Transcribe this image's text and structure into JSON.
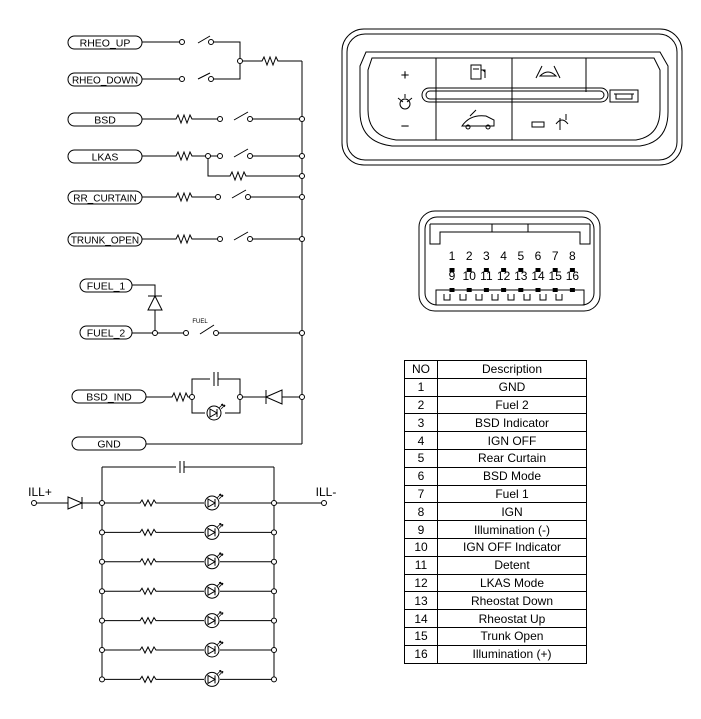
{
  "schematic": {
    "labels": {
      "rheo_up": "RHEO_UP",
      "rheo_down": "RHEO_DOWN",
      "bsd": "BSD",
      "lkas": "LKAS",
      "rr_curtain": "RR_CURTAIN",
      "trunk_open": "TRUNK_OPEN",
      "fuel_1": "FUEL_1",
      "fuel_2": "FUEL_2",
      "fuel_switch": "FUEL",
      "bsd_ind": "BSD_IND",
      "gnd": "GND"
    },
    "illumination": {
      "ill_plus": "ILL+",
      "ill_minus": "ILL-",
      "led_count": 7
    }
  },
  "switch_panel": {
    "plus_symbol": "+",
    "minus_symbol": "−",
    "icons": [
      "rheostat-icon",
      "fuel-door-icon",
      "lane-keeping-icon",
      "trunk-open-icon",
      "blind-spot-icon",
      "rear-curtain-icon"
    ]
  },
  "connector": {
    "pins_row_top": [
      "1",
      "2",
      "3",
      "4",
      "5",
      "6",
      "7",
      "8"
    ],
    "pins_row_bottom": [
      "9",
      "10",
      "11",
      "12",
      "13",
      "14",
      "15",
      "16"
    ]
  },
  "pin_table": {
    "headers": {
      "no": "NO",
      "description": "Description"
    },
    "rows": [
      {
        "no": "1",
        "desc": "GND"
      },
      {
        "no": "2",
        "desc": "Fuel 2"
      },
      {
        "no": "3",
        "desc": "BSD Indicator"
      },
      {
        "no": "4",
        "desc": "IGN OFF"
      },
      {
        "no": "5",
        "desc": "Rear Curtain"
      },
      {
        "no": "6",
        "desc": "BSD Mode"
      },
      {
        "no": "7",
        "desc": "Fuel 1"
      },
      {
        "no": "8",
        "desc": "IGN"
      },
      {
        "no": "9",
        "desc": "Illumination (-)"
      },
      {
        "no": "10",
        "desc": "IGN OFF Indicator"
      },
      {
        "no": "11",
        "desc": "Detent"
      },
      {
        "no": "12",
        "desc": "LKAS Mode"
      },
      {
        "no": "13",
        "desc": "Rheostat Down"
      },
      {
        "no": "14",
        "desc": "Rheostat Up"
      },
      {
        "no": "15",
        "desc": "Trunk Open"
      },
      {
        "no": "16",
        "desc": "Illumination (+)"
      }
    ]
  }
}
